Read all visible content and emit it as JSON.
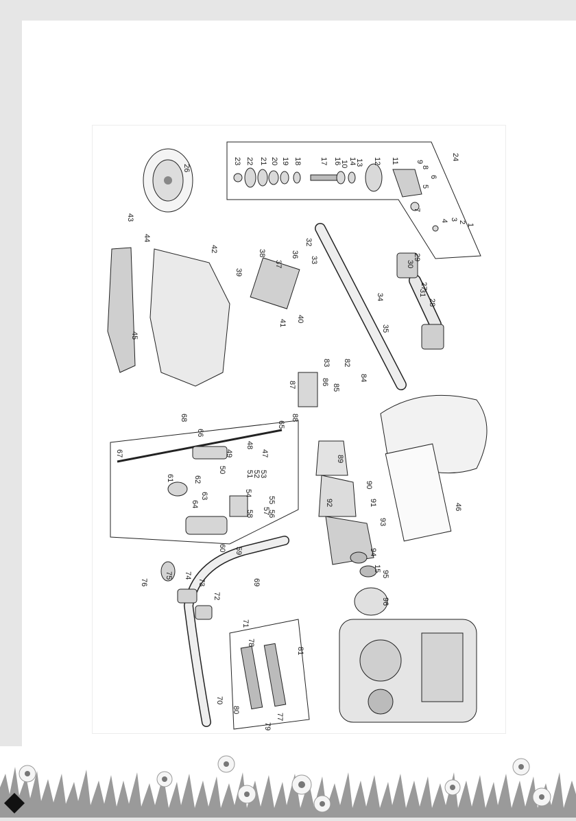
{
  "page": {
    "title": "",
    "diagram_type": "exploded parts diagram",
    "callouts": [
      "1",
      "2",
      "3",
      "4",
      "5",
      "6",
      "7",
      "8",
      "9",
      "10",
      "11",
      "12",
      "13",
      "14",
      "15",
      "16",
      "17",
      "18",
      "19",
      "20",
      "21",
      "22",
      "23",
      "24",
      "26",
      "27",
      "28",
      "29",
      "30",
      "31",
      "32",
      "33",
      "34",
      "35",
      "36",
      "37",
      "38",
      "39",
      "40",
      "41",
      "42",
      "43",
      "44",
      "45",
      "46",
      "47",
      "48",
      "49",
      "50",
      "51",
      "52",
      "53",
      "54",
      "55",
      "56",
      "57",
      "58",
      "59",
      "60",
      "61",
      "62",
      "63",
      "64",
      "65",
      "66",
      "67",
      "68",
      "69",
      "70",
      "71",
      "72",
      "73",
      "74",
      "75",
      "76",
      "77",
      "78",
      "79",
      "80",
      "81",
      "82",
      "83",
      "84",
      "85",
      "86",
      "87",
      "88",
      "89",
      "90",
      "91",
      "92",
      "93",
      "94",
      "95",
      "96"
    ]
  }
}
